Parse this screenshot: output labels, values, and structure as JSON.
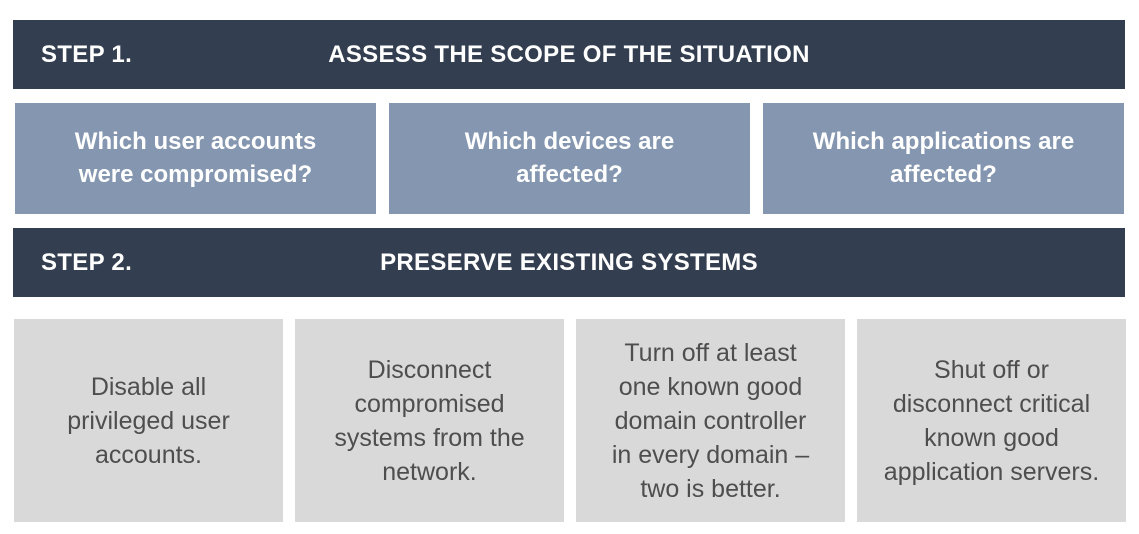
{
  "colors": {
    "header_bg": "#333F50",
    "header_text": "#FFFFFF",
    "question_bg": "#8496B0",
    "question_text": "#FFFFFF",
    "action_bg": "#D9D9D9",
    "action_text": "#4E4E4E",
    "page_bg": "#FFFFFF"
  },
  "steps": [
    {
      "label": "STEP 1.",
      "title": "ASSESS THE SCOPE OF THE SITUATION",
      "items": [
        "Which user accounts\nwere compromised?",
        "Which devices are\naffected?",
        "Which applications are\naffected?"
      ]
    },
    {
      "label": "STEP 2.",
      "title": "PRESERVE EXISTING SYSTEMS",
      "items": [
        "Disable all\nprivileged user\naccounts.",
        "Disconnect\ncompromised\nsystems from the\nnetwork.",
        "Turn off at least\none known good\ndomain controller\nin every domain –\ntwo is better.",
        "Shut off or\ndisconnect critical\nknown good\napplication servers."
      ]
    }
  ]
}
